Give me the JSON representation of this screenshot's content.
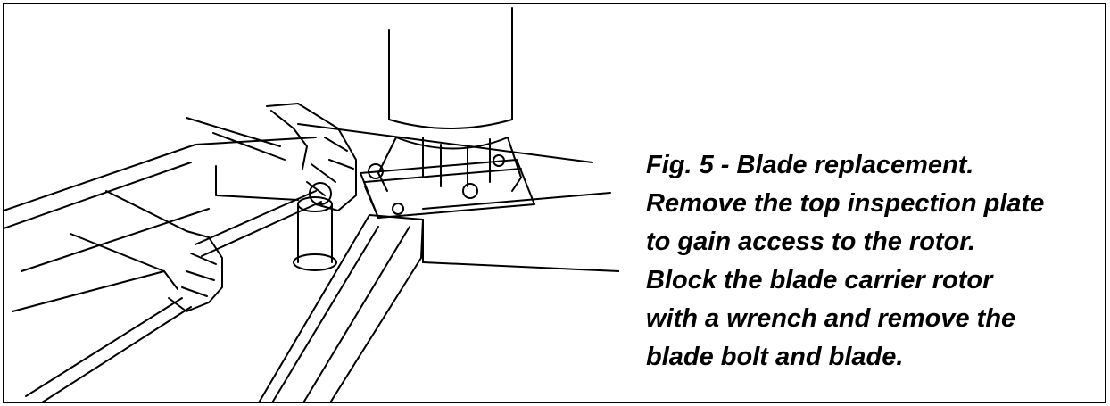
{
  "figure": {
    "caption_lines": [
      "Fig. 5 - Blade replacement.",
      "Remove the top inspection plate",
      "to gain access to the rotor.",
      "Block the blade carrier rotor",
      "with a wrench and remove the",
      "blade bolt and blade."
    ],
    "illustration_subject": "hands-with-wrench-on-blade-rotor"
  },
  "colors": {
    "ink": "#000000",
    "paper": "#ffffff"
  }
}
